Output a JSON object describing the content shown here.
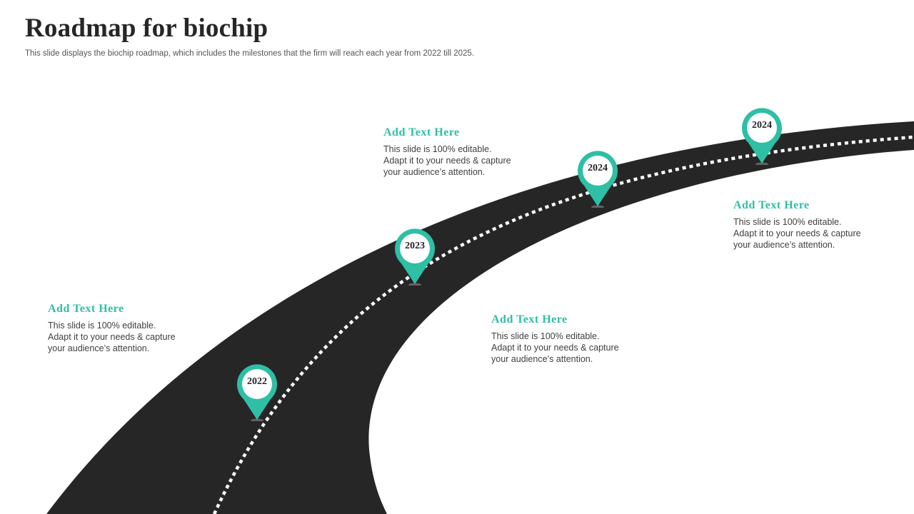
{
  "slide": {
    "title": "Roadmap for biochip",
    "subtitle": "This slide displays the biochip roadmap, which includes the milestones that the firm will reach each year from 2022 till 2025."
  },
  "colors": {
    "road": "#262626",
    "accent": "#2ebfa5",
    "dash": "#ffffff",
    "heading": "#2ebfa5"
  },
  "milestones": [
    {
      "year": "2022",
      "icon": "location-pin-icon"
    },
    {
      "year": "2023",
      "icon": "location-pin-icon"
    },
    {
      "year": "2024",
      "icon": "location-pin-icon"
    },
    {
      "year": "2024",
      "icon": "location-pin-icon"
    }
  ],
  "text_blocks": [
    {
      "heading": "Add Text Here",
      "lines": [
        "This slide is 100% editable.",
        "Adapt it to your needs & capture",
        "your audience’s attention."
      ]
    },
    {
      "heading": "Add Text Here",
      "lines": [
        "This slide is 100% editable.",
        "Adapt it to your needs & capture",
        "your audience’s attention."
      ]
    },
    {
      "heading": "Add Text Here",
      "lines": [
        "This slide is 100% editable.",
        "Adapt it to your needs & capture",
        "your audience’s attention."
      ]
    },
    {
      "heading": "Add Text Here",
      "lines": [
        "This slide is 100% editable.",
        "Adapt it to your needs & capture",
        "your audience’s attention."
      ]
    }
  ]
}
